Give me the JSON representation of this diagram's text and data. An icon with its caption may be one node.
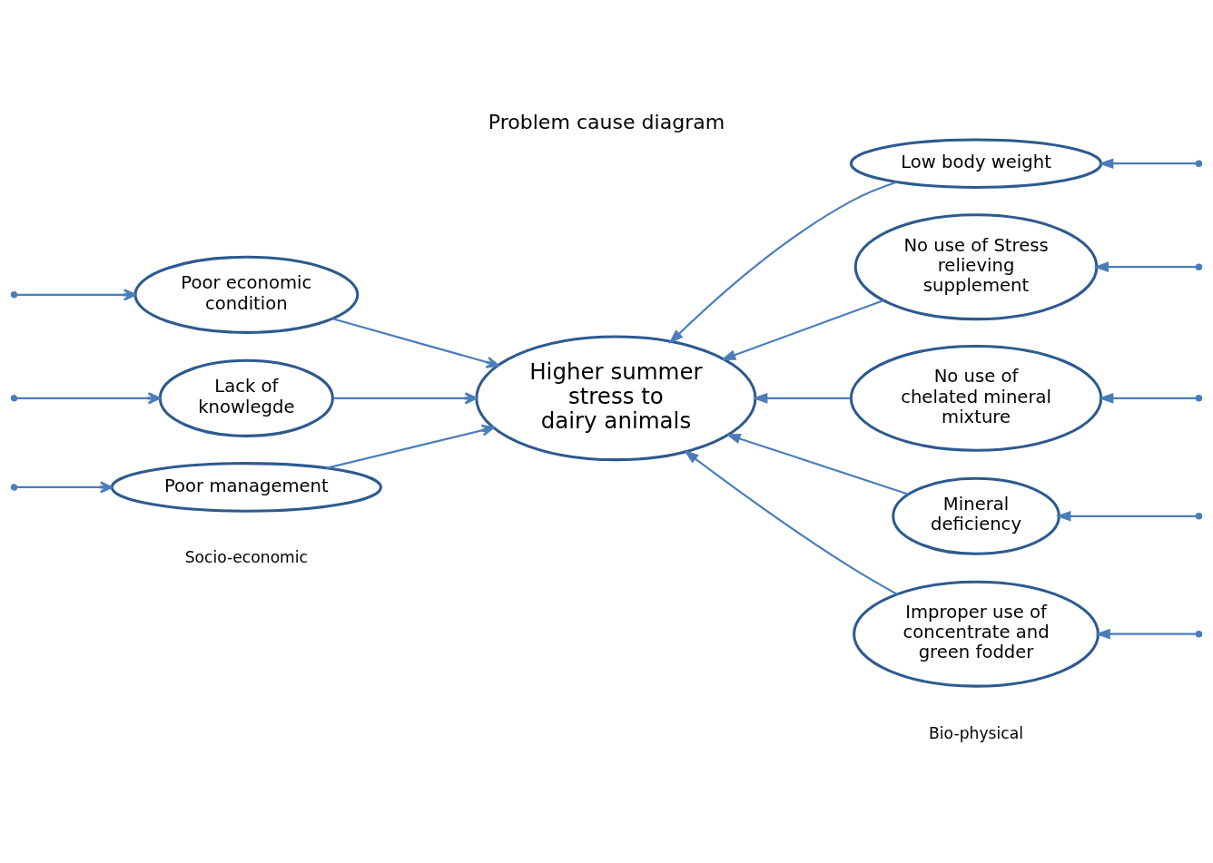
{
  "diagram": {
    "title": "Problem cause diagram",
    "nodes": [
      {
        "text": [
          "Higher summer stress to dairy animals"
        ]
      },
      {
        "text": [
          "Poor economic condition"
        ]
      },
      {
        "text": [
          "Lack of knowlegde"
        ]
      },
      {
        "text": [
          "Poor management"
        ]
      },
      {
        "text": [
          "Low body weight"
        ]
      },
      {
        "text": [
          "No use of Stress relieving supplement"
        ]
      },
      {
        "text": [
          "No use of chelated mineral mixture"
        ]
      },
      {
        "text": [
          "Mineral deficiency"
        ]
      },
      {
        "text": [
          "Improper use of concentrate and green fodder"
        ]
      }
    ],
    "edges": [
      {
        "from": 1,
        "to": 0,
        "arrow": "to"
      },
      {
        "from": 2,
        "to": 0,
        "arrow": "to"
      },
      {
        "from": 3,
        "to": 0,
        "arrow": "to"
      },
      {
        "from": 4,
        "to": 0,
        "arrow": "to"
      },
      {
        "from": 5,
        "to": 0,
        "arrow": "to"
      },
      {
        "from": 6,
        "to": 0,
        "arrow": "to"
      },
      {
        "from": 7,
        "to": 0,
        "arrow": "to"
      },
      {
        "from": 8,
        "to": 0,
        "arrow": "to"
      },
      {
        "from": null,
        "to": 1,
        "arrow": "to"
      },
      {
        "from": null,
        "to": 2,
        "arrow": "to"
      },
      {
        "from": null,
        "to": 3,
        "arrow": "to"
      },
      {
        "from": null,
        "to": 4,
        "arrow": "to"
      },
      {
        "from": null,
        "to": 5,
        "arrow": "to"
      },
      {
        "from": null,
        "to": 6,
        "arrow": "to"
      },
      {
        "from": null,
        "to": 7,
        "arrow": "to"
      },
      {
        "from": null,
        "to": 8,
        "arrow": "to"
      }
    ],
    "labels": [
      "Socio-economic",
      "Bio-physical"
    ]
  }
}
